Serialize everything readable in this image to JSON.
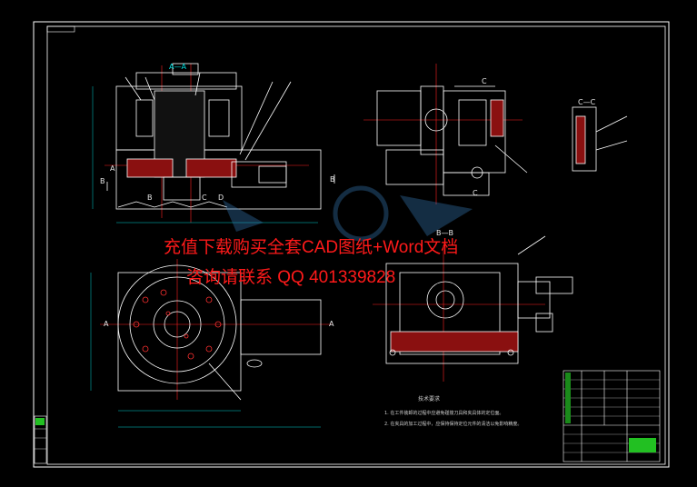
{
  "section_labels": {
    "aa": "A—A",
    "bb": "B—B",
    "cc": "C—C",
    "c": "C",
    "a": "A",
    "b": "B",
    "d": "D"
  },
  "watermark": {
    "line1": "充值下载购买全套CAD图纸+Word文档",
    "line2": "咨询请联系 QQ 401339828"
  },
  "notes": {
    "title": "技术要求",
    "items": [
      "1. 在工件装卸的过程中应避免碰撞刀具和夹具体的定位面。",
      "2. 在夹具的加工过程中，应保持保持定位元件的清洁以免影响精度。"
    ]
  },
  "colors": {
    "background": "#000000",
    "line": "#ffffff",
    "centerline": "#ff2020",
    "dimension": "#00d0d0",
    "titleblock_accent": "#22c022",
    "watermark": "#ff1a1a"
  }
}
